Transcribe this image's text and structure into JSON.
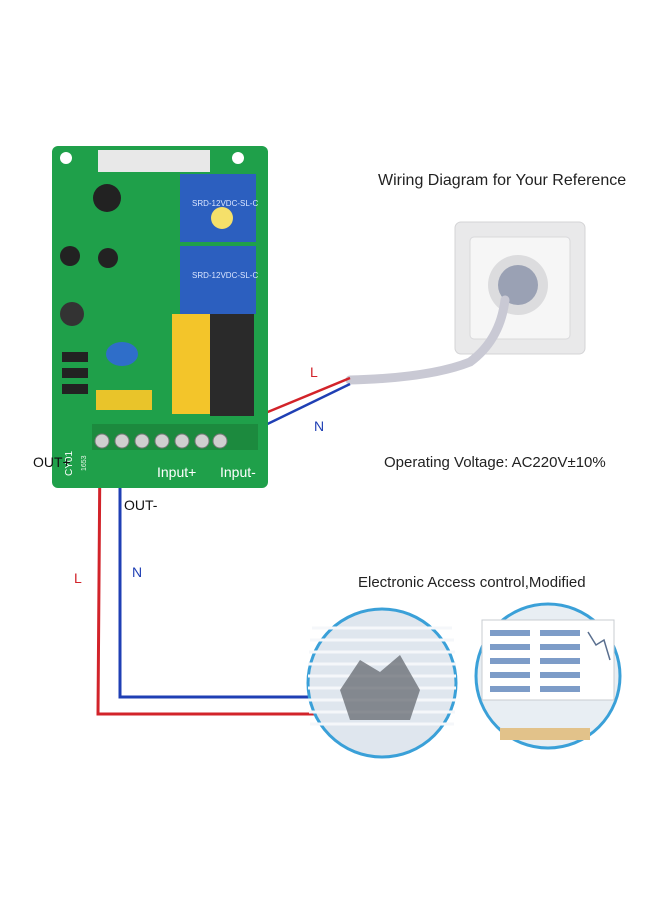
{
  "labels": {
    "title": "Wiring Diagram for Your Reference",
    "operating_voltage": "Operating Voltage: AC220V±10%",
    "access_control": "Electronic Access control,Modified"
  },
  "wires": {
    "input_live": "L",
    "input_neutral": "N",
    "output_live": "L",
    "output_neutral": "N"
  },
  "terminals": {
    "out_plus": "OUT+",
    "out_minus": "OUT-",
    "input_plus": "Input+",
    "input_minus": "Input-"
  },
  "board_markings": {
    "model": "CY01",
    "code": "1653",
    "relay_top": "SRD-12VDC-SL-C",
    "relay_bottom": "SRD-12VDC-SL-C"
  },
  "colors": {
    "live": "#d2232a",
    "neutral": "#1f3fb4",
    "pcb": "#1fa04a",
    "relay": "#1f5fbf",
    "circle_border": "#3aa0d8",
    "cable": "#c9c9d4"
  },
  "icons": [
    "wall-socket-icon",
    "pcb-relay-board-icon",
    "window-blinds-photo",
    "monitor-display-photo"
  ]
}
